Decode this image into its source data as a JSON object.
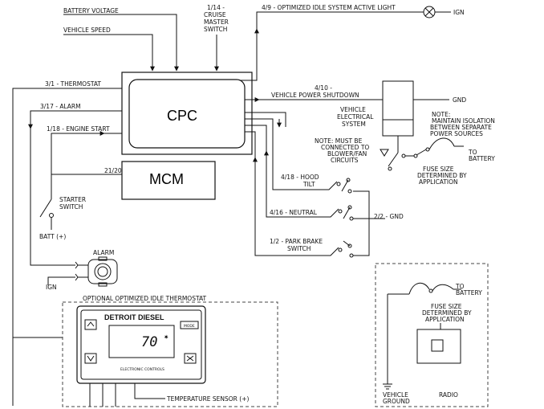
{
  "inputs": {
    "battery_voltage": "BATTERY VOLTAGE",
    "vehicle_speed": "VEHICLE SPEED",
    "cruise_switch": [
      "1/14 -",
      "CRUISE",
      "MASTER",
      "SWITCH"
    ]
  },
  "blocks": {
    "cpc": "CPC",
    "mcm": "MCM",
    "mcm_wire": "21/20"
  },
  "left_circuits": {
    "thermostat": "3/1 - THERMOSTAT",
    "alarm": "3/17 - ALARM",
    "engine_start": "1/18 - ENGINE START",
    "starter_switch": [
      "STARTER",
      "SWITCH"
    ],
    "batt": "BATT (+)",
    "alarm_label": "ALARM",
    "ign": "IGN"
  },
  "outputs": {
    "idle_light": "4/9 - OPTIMIZED IDLE SYSTEM ACTIVE LIGHT",
    "idle_light_ign": "IGN",
    "power_shutdown": "4/10 -",
    "power_shutdown_2": "VEHICLE POWER SHUTDOWN",
    "gnd": "GND",
    "electrical_system": [
      "VEHICLE",
      "ELECTRICAL",
      "SYSTEM"
    ],
    "isolation_note": [
      "NOTE:",
      "MAINTAIN ISOLATION",
      "BETWEEN SEPARATE",
      "POWER SOURCES"
    ],
    "blower_note": [
      "NOTE: MUST BE",
      "CONNECTED TO",
      "BLOWER/FAN",
      "CIRCUITS"
    ],
    "to_battery": [
      "TO",
      "BATTERY"
    ],
    "fuse_note": [
      "FUSE SIZE",
      "DETERMINED BY",
      "APPLICATION"
    ]
  },
  "switches": {
    "hood_tilt": [
      "4/18 - HOOD",
      "TILT"
    ],
    "neutral": "4/16 - NEUTRAL",
    "gnd_2_2": "2/2 - GND",
    "park_brake": [
      "1/2 - PARK BRAKE",
      "SWITCH"
    ]
  },
  "thermostat_panel": {
    "title": "OPTIONAL OPTIMIZED IDLE THERMOSTAT",
    "brand": "DETROIT DIESEL",
    "display_value": "70",
    "subtitle": "ELECTRONIC CONTROLS",
    "mode_button": "MODE",
    "temperature_sensor": "TEMPERATURE SENSOR (+)"
  },
  "radio_panel": {
    "to_battery": [
      "TO",
      "BATTERY"
    ],
    "fuse_note": [
      "FUSE SIZE",
      "DETERMINED BY",
      "APPLICATION"
    ],
    "vehicle_ground": [
      "VEHICLE",
      "GROUND"
    ],
    "radio": "RADIO"
  }
}
